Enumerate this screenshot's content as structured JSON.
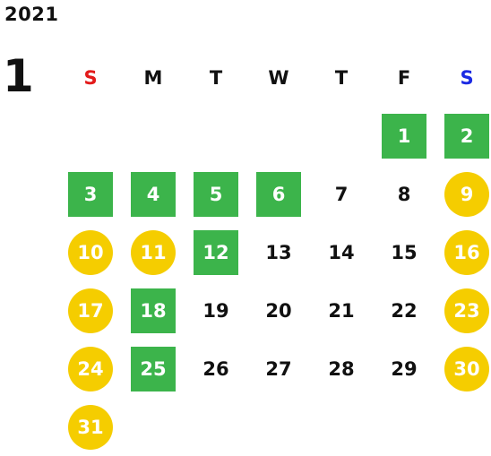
{
  "calendar": {
    "year": "2021",
    "month": "1",
    "weekdays": [
      {
        "label": "S",
        "color": "#e31b1b"
      },
      {
        "label": "M",
        "color": "#111111"
      },
      {
        "label": "T",
        "color": "#111111"
      },
      {
        "label": "W",
        "color": "#111111"
      },
      {
        "label": "T",
        "color": "#111111"
      },
      {
        "label": "F",
        "color": "#111111"
      },
      {
        "label": "S",
        "color": "#1b2ae3"
      }
    ],
    "start_weekday_index": 5,
    "days": [
      {
        "day": "1",
        "style": "green"
      },
      {
        "day": "2",
        "style": "green"
      },
      {
        "day": "3",
        "style": "green"
      },
      {
        "day": "4",
        "style": "green"
      },
      {
        "day": "5",
        "style": "green"
      },
      {
        "day": "6",
        "style": "green"
      },
      {
        "day": "7",
        "style": "plain"
      },
      {
        "day": "8",
        "style": "plain"
      },
      {
        "day": "9",
        "style": "yellow"
      },
      {
        "day": "10",
        "style": "yellow"
      },
      {
        "day": "11",
        "style": "yellow"
      },
      {
        "day": "12",
        "style": "green"
      },
      {
        "day": "13",
        "style": "plain"
      },
      {
        "day": "14",
        "style": "plain"
      },
      {
        "day": "15",
        "style": "plain"
      },
      {
        "day": "16",
        "style": "yellow"
      },
      {
        "day": "17",
        "style": "yellow"
      },
      {
        "day": "18",
        "style": "green"
      },
      {
        "day": "19",
        "style": "plain"
      },
      {
        "day": "20",
        "style": "plain"
      },
      {
        "day": "21",
        "style": "plain"
      },
      {
        "day": "22",
        "style": "plain"
      },
      {
        "day": "23",
        "style": "yellow"
      },
      {
        "day": "24",
        "style": "yellow"
      },
      {
        "day": "25",
        "style": "green"
      },
      {
        "day": "26",
        "style": "plain"
      },
      {
        "day": "27",
        "style": "plain"
      },
      {
        "day": "28",
        "style": "plain"
      },
      {
        "day": "29",
        "style": "plain"
      },
      {
        "day": "30",
        "style": "yellow"
      },
      {
        "day": "31",
        "style": "yellow"
      }
    ],
    "colors": {
      "green": "#3cb44b",
      "yellow": "#f5cd00",
      "plain_text": "#111111",
      "highlight_text": "#ffffff"
    }
  }
}
